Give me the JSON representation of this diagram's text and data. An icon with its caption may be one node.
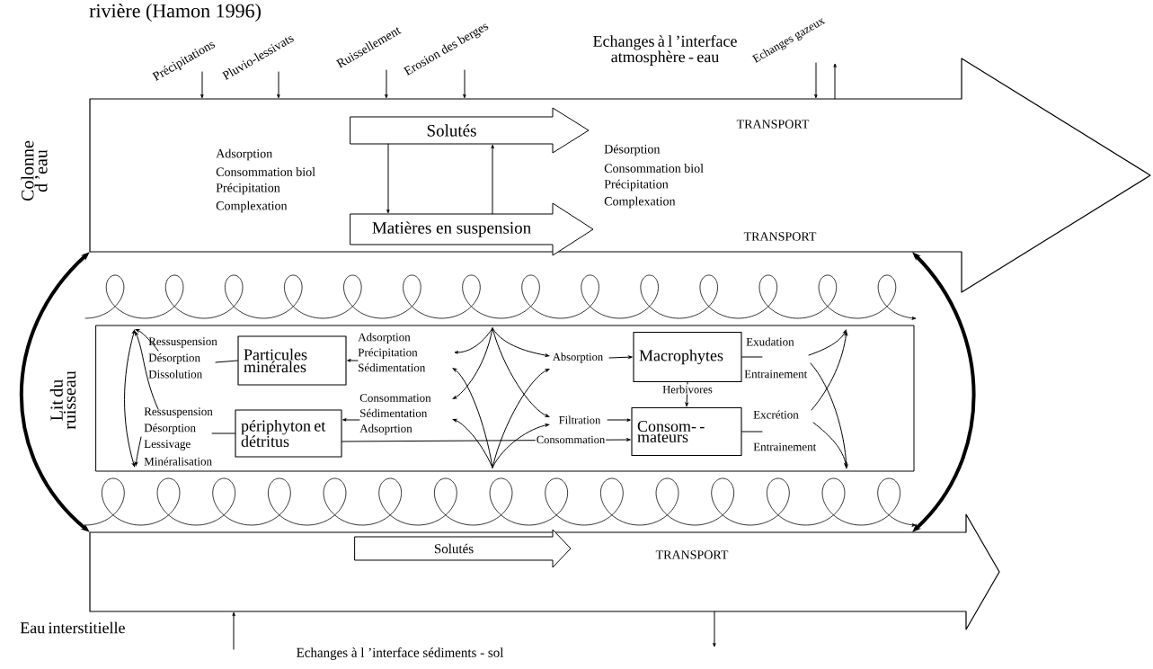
{
  "diagram": {
    "title": "rivière (Hamon 1996)",
    "nodes": [
      {
        "text": [],
        "shape": "arrow",
        "beside": [
          "Colonne d ’eau"
        ]
      },
      {
        "text": [
          "Solutés"
        ],
        "in": 0
      },
      {
        "text": [
          "Matières en suspension"
        ],
        "in": 0
      },
      {
        "text": [],
        "shape": "box",
        "beside": [
          "Lit du ruisseau"
        ]
      },
      {
        "text": [
          "Particules minérales"
        ],
        "in": 3
      },
      {
        "text": [
          "périphyton et détritus"
        ],
        "in": 3
      },
      {
        "text": [
          "Macrophytes"
        ],
        "in": 3
      },
      {
        "text": [
          "Consom- - mateurs"
        ],
        "in": 3
      },
      {
        "text": [],
        "shape": "arrow",
        "beside": [
          "Eau interstitielle"
        ]
      },
      {
        "text": [
          "Solutés"
        ],
        "in": 8
      },
      {
        "text": [
          "Adsorption",
          "Précipitation",
          "Sédimentation"
        ],
        "in": 3
      },
      {
        "text": [
          "Consommation",
          "Sédimentation",
          "Adsoprtion"
        ],
        "in": 3
      }
    ],
    "edges": [
      {
        "from": null,
        "to": 0,
        "arrow": "to",
        "label": "Précipitations"
      },
      {
        "from": null,
        "to": 0,
        "arrow": "to",
        "label": "Pluvio-lessivats"
      },
      {
        "from": null,
        "to": 0,
        "arrow": "to",
        "label": "Ruissellement"
      },
      {
        "from": null,
        "to": 0,
        "arrow": "to",
        "label": "Erosion des berges"
      },
      {
        "from": null,
        "to": 0,
        "arrow": "to",
        "label": "Echanges gazeux"
      },
      {
        "from": 0,
        "to": null,
        "arrow": "to"
      },
      {
        "from": 1,
        "to": 2,
        "arrow": "to"
      },
      {
        "from": 2,
        "to": 1,
        "arrow": "to"
      },
      {
        "from": 0,
        "to": 8,
        "arrow": "both",
        "style": "thick"
      },
      {
        "from": 0,
        "to": 8,
        "arrow": "both",
        "style": "thick"
      },
      {
        "from": 10,
        "to": 4,
        "arrow": "to"
      },
      {
        "from": 4,
        "to": null,
        "arrow": "none"
      },
      {
        "from": 11,
        "to": 5,
        "arrow": "to"
      },
      {
        "from": 5,
        "to": null,
        "arrow": "none"
      },
      {
        "from": 5,
        "to": 7,
        "arrow": "to",
        "label": "Consommation"
      },
      {
        "from": null,
        "to": 6,
        "arrow": "to",
        "label": "Absorption"
      },
      {
        "from": 6,
        "to": null,
        "arrow": "none"
      },
      {
        "from": 6,
        "to": 7,
        "arrow": "to",
        "label": "Herbivores"
      },
      {
        "from": null,
        "to": 7,
        "arrow": "to",
        "label": "Filtration"
      },
      {
        "from": 7,
        "to": null,
        "arrow": "none"
      },
      {
        "from": null,
        "to": 8,
        "arrow": "to"
      },
      {
        "from": 8,
        "to": null,
        "arrow": "to"
      }
    ],
    "labels": [
      "Echanges à l ’interface atmosphère - eau",
      "TRANSPORT",
      "Adsorption",
      "Consommation biol",
      "Précipitation",
      "Complexation",
      "Désorption",
      "Consommation biol",
      "Précipitation",
      "Complexation",
      "TRANSPORT",
      "Ressuspension",
      "Désorption",
      "Dissolution",
      "Ressuspension",
      "Désorption",
      "Lessivage",
      "Minéralisation",
      "Exudation",
      "Entrainement",
      "Excrétion",
      "Entrainement",
      "TRANSPORT",
      "Echanges à l ’interface sédiments - sol"
    ]
  }
}
